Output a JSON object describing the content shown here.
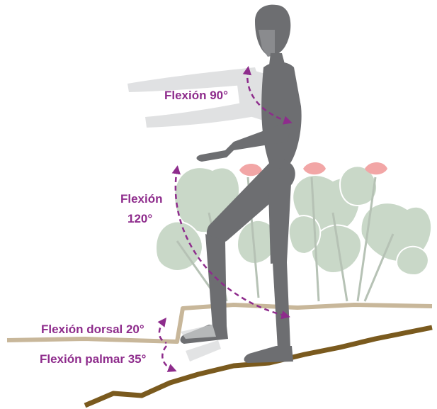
{
  "labels": {
    "shoulder_flexion": "Flexión 90°",
    "hip_flexion_line1": "Flexión",
    "hip_flexion_line2": "120°",
    "ankle_dorsal": "Flexión dorsal 20°",
    "ankle_palmar": "Flexión palmar 35°"
  },
  "colors": {
    "annotation": "#8e2c8c",
    "figure": "#6d6e71",
    "figure_ghost": "#cfd0d2",
    "leaf": "#c9d8c8",
    "leaf_vein": "#ffffff",
    "flower": "#f2a6a6",
    "ground_light": "#c8b79a",
    "ground_dark": "#7a5a1e"
  }
}
